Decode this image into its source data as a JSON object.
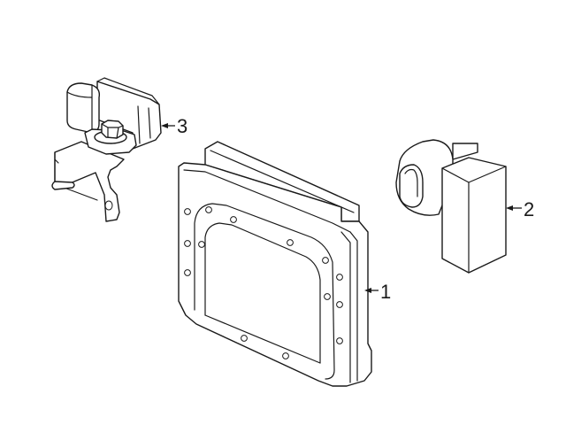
{
  "diagram": {
    "type": "parts-exploded-view",
    "background": "#ffffff",
    "line_color": "#1a1a1a",
    "parts": [
      {
        "id": 1,
        "callout": "1",
        "description": "control module (ECU) housing with bolt holes"
      },
      {
        "id": 2,
        "callout": "2",
        "description": "rectangular sensor with round connector"
      },
      {
        "id": 3,
        "callout": "3",
        "description": "sensor on mounting bracket with bolt"
      }
    ]
  }
}
